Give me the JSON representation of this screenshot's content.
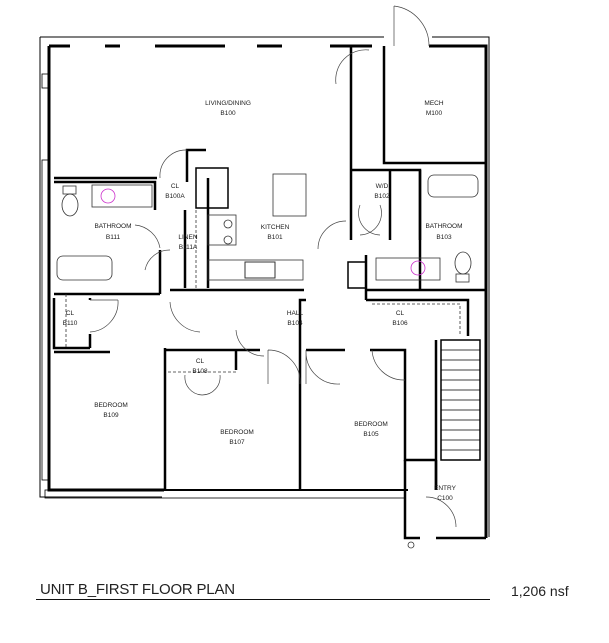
{
  "plan": {
    "title": "UNIT B_FIRST FLOOR PLAN",
    "area": "1,206 nsf",
    "colors": {
      "wall": "#000000",
      "fixture": "#333333",
      "sink_accent": "#cc33cc",
      "background": "#ffffff"
    },
    "rooms": [
      {
        "name": "LIVING/DINING",
        "code": "B100"
      },
      {
        "name": "MECH",
        "code": "M100"
      },
      {
        "name": "CL",
        "code": "B100A"
      },
      {
        "name": "W/D",
        "code": "B102"
      },
      {
        "name": "BATHROOM",
        "code": "B111"
      },
      {
        "name": "LINEN",
        "code": "B111A"
      },
      {
        "name": "KITCHEN",
        "code": "B101"
      },
      {
        "name": "BATHROOM",
        "code": "B103"
      },
      {
        "name": "CL",
        "code": "B110"
      },
      {
        "name": "HALL",
        "code": "B104"
      },
      {
        "name": "CL",
        "code": "B106"
      },
      {
        "name": "CL",
        "code": "B108"
      },
      {
        "name": "BEDROOM",
        "code": "B109"
      },
      {
        "name": "BEDROOM",
        "code": "B107"
      },
      {
        "name": "BEDROOM",
        "code": "B105"
      },
      {
        "name": "ENTRY",
        "code": "C100"
      }
    ]
  }
}
